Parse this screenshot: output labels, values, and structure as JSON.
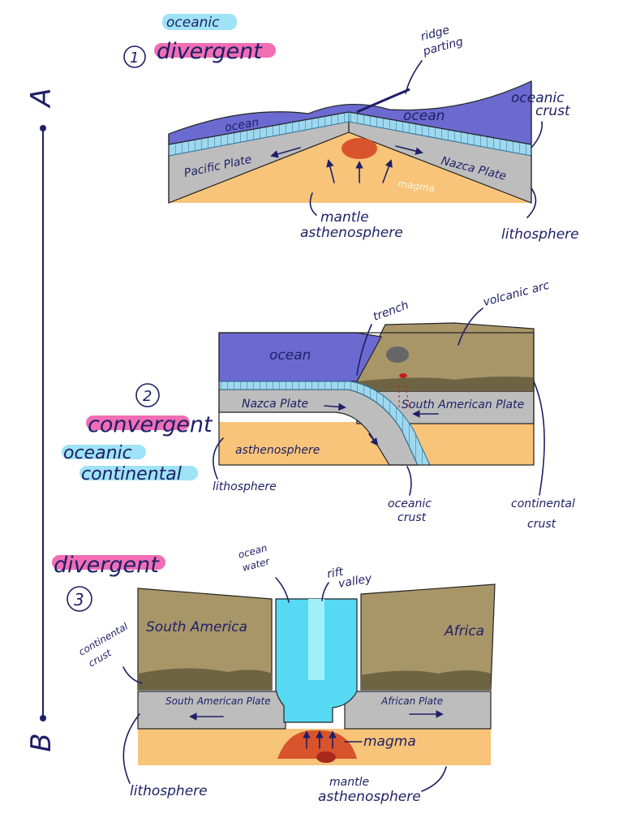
{
  "headings": {
    "section1_category": "oceanic",
    "section1_number": "1",
    "section1_type": "divergent",
    "section2_number": "2",
    "section2_type": "convergent",
    "section2_category_line1": "oceanic",
    "section2_category_line2": "continental",
    "section3_type": "divergent",
    "section3_number": "3"
  },
  "timeline": {
    "start": "A",
    "end": "B"
  },
  "diagram1": {
    "ridge": "ridge",
    "ridge2": "parting",
    "ocean_left": "ocean",
    "ocean_right": "ocean",
    "oceanic_crust": "oceanic",
    "oceanic_crust2": "crust",
    "pacific_plate": "Pacific Plate",
    "nazca_plate": "Nazca Plate",
    "magma": "magma",
    "mantle": "mantle",
    "asthenosphere": "asthenosphere",
    "lithosphere": "lithosphere"
  },
  "diagram2": {
    "trench": "trench",
    "volcanic_arc": "volcanic arc",
    "ocean": "ocean",
    "nazca_plate": "Nazca Plate",
    "south_american_plate": "South American Plate",
    "asthenosphere": "asthenosphere",
    "lithosphere": "lithosphere",
    "oceanic_crust": "oceanic",
    "oceanic_crust2": "crust",
    "continental_crust": "continental",
    "continental_crust2": "crust"
  },
  "diagram3": {
    "ocean_water": "ocean",
    "ocean_water2": "water",
    "rift_valley": "rift",
    "rift_valley2": "valley",
    "south_america": "South America",
    "africa": "Africa",
    "continental_crust": "continental",
    "continental_crust2": "crust",
    "south_american_plate": "South American Plate",
    "african_plate": "African Plate",
    "magma": "magma",
    "lithosphere": "lithosphere",
    "mantle": "mantle",
    "asthenosphere": "asthenosphere"
  },
  "colors": {
    "ink": "#1e1f66",
    "ocean": "#6b6ad0",
    "ocean_crust": "#9fd8ee",
    "lithosphere": "#bdbdbd",
    "asthenosphere": "#f7c47a",
    "continent": "#a89669",
    "continent_dark": "#6e6444",
    "magma": "#d9542c",
    "water": "#56d9f2",
    "highlight_blue": "#9fe3f6",
    "highlight_pink": "#f06eb4"
  }
}
